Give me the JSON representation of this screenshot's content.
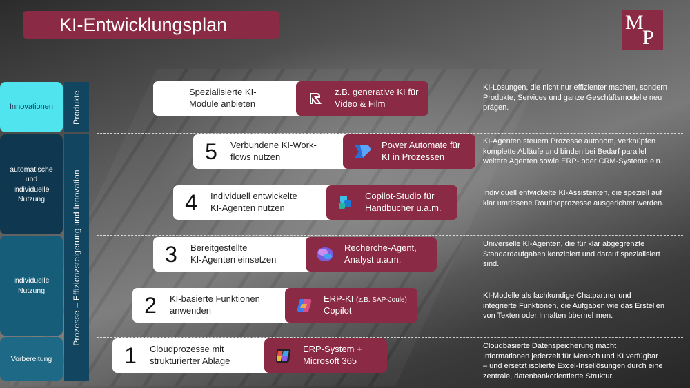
{
  "title": "KI-Entwicklungsplan",
  "logo": {
    "letter1": "M",
    "letter2": "P"
  },
  "levels": [
    {
      "label": "Innovationen"
    },
    {
      "label": "automatische\nund\nindividuelle\nNutzung"
    },
    {
      "label": "individuelle\nNutzung"
    },
    {
      "label": "Vorbereitung"
    }
  ],
  "bands": {
    "top": "Produkte",
    "bottom": "Prozesse – Effizienzsteigerung und Innovation"
  },
  "steps": [
    {
      "number": "",
      "label": "Spezialisierte KI-\nModule anbieten",
      "tool": "z.B. generative KI für\nVideo & Film",
      "tool_icon": "runway-icon",
      "description": "KI-Lösungen, die nicht nur effizienter machen, sondern\nProdukte, Services und ganze Geschäftsmodelle neu\nprägen."
    },
    {
      "number": "5",
      "label": "Verbundene KI-Work-\nflows nutzen",
      "tool": "Power Automate für\nKI in Prozessen",
      "tool_icon": "power-automate-icon",
      "description": "KI-Agenten steuern Prozesse autonom, verknüpfen\nkomplette Abläufe und binden bei Bedarf parallel\nweitere Agenten sowie ERP- oder CRM-Systeme ein."
    },
    {
      "number": "4",
      "label": "Individuell entwickelte\nKI-Agenten nutzen",
      "tool": "Copilot-Studio für\nHandbücher u.a.m.",
      "tool_icon": "copilot-studio-icon",
      "description": "Individuell entwickelte KI-Assistenten, die speziell auf\nklar umrissene Routineprozesse ausgerichtet werden."
    },
    {
      "number": "3",
      "label": "Bereitgestellte\nKI-Agenten einsetzen",
      "tool": "Recherche-Agent,\nAnalyst u.a.m.",
      "tool_icon": "agent-icon",
      "description": "Universelle KI-Agenten, die für klar abgegrenzte\nStandardaufgaben konzipiert und darauf spezialisiert\nsind."
    },
    {
      "number": "2",
      "label": "KI-basierte Funktionen\nanwenden",
      "tool_line1": "ERP-KI ",
      "tool_small": "(z.B. SAP-Joule)",
      "tool_line2": "Copilot",
      "tool_icon": "copilot-icon",
      "description": "KI-Modelle als fachkundige Chatpartner und\nintegrierte Funktionen, die Aufgaben wie das Erstellen\nvon Texten oder Inhalten übernehmen."
    },
    {
      "number": "1",
      "label": "Cloudprozesse mit\nstrukturierter Ablage",
      "tool": "ERP-System +\nMicrosoft 365",
      "tool_icon": "microsoft-365-icon",
      "description": "Cloudbasierte Datenspeicherung macht\nInformationen jederzeit für Mensch und KI verfügbar\n– und ersetzt isolierte Excel-Insellösungen durch eine\nzentrale, datenbankorientierte Struktur."
    }
  ]
}
